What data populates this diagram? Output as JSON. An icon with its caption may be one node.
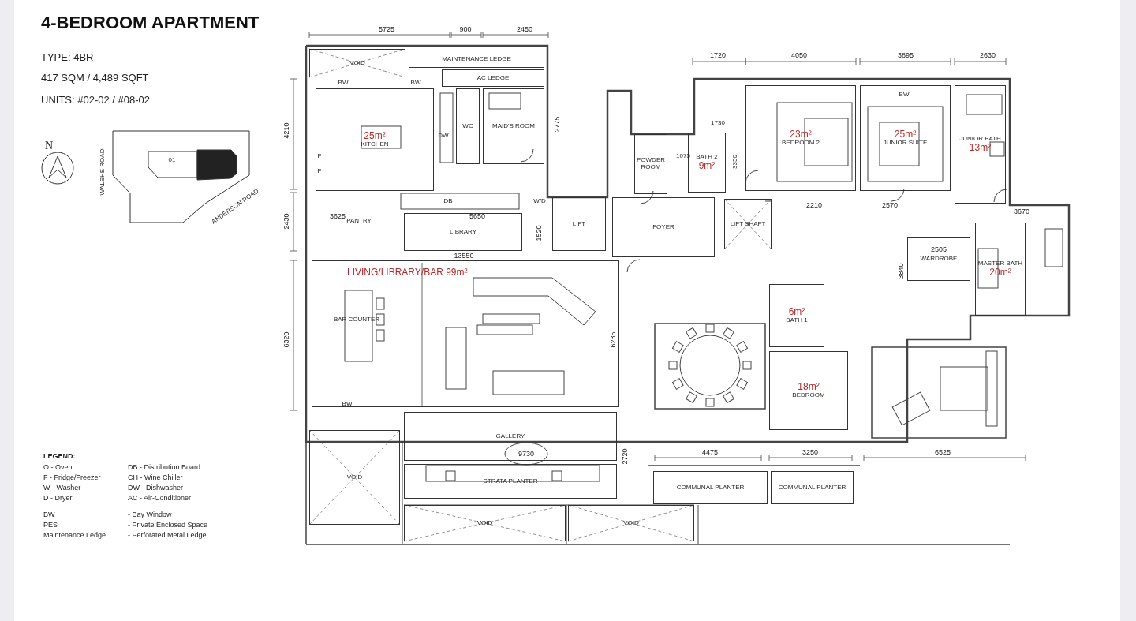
{
  "diagram": {
    "title": "4-BEDROOM APARTMENT",
    "nodes": [
      {
        "text": [
          "VOID"
        ]
      },
      {
        "text": [
          "MAINTENANCE LEDGE"
        ]
      },
      {
        "text": [
          "AC LEDGE"
        ]
      },
      {
        "text": [
          "25m²",
          "KITCHEN"
        ]
      },
      {
        "text": [
          "WC"
        ]
      },
      {
        "text": [
          "MAID'S ROOM"
        ]
      },
      {
        "text": [
          "PANTRY"
        ]
      },
      {
        "text": [
          "LIBRARY"
        ]
      },
      {
        "text": [
          "LIFT"
        ]
      },
      {
        "text": [
          "POWDER ROOM"
        ]
      },
      {
        "text": [
          "BATH 2",
          "9m²"
        ]
      },
      {
        "text": [
          "23m²",
          "BEDROOM 2"
        ]
      },
      {
        "text": [
          "25m²",
          "JUNIOR SUITE"
        ]
      },
      {
        "text": [
          "JUNIOR BATH",
          "13m²"
        ]
      },
      {
        "text": [
          "FOYER"
        ]
      },
      {
        "text": [
          "LIFT SHAFT"
        ]
      },
      {
        "text": [
          "WARDROBE"
        ]
      },
      {
        "text": [
          "MASTER BATH",
          "20m²"
        ]
      },
      {
        "text": [
          "LIVING/LIBRARY/BAR 99m²"
        ]
      },
      {
        "text": [
          "6m²",
          "BATH 1"
        ]
      },
      {
        "text": [
          "18m²",
          "BEDROOM"
        ]
      },
      {
        "text": [
          "GALLERY"
        ]
      },
      {
        "text": [
          "STRATA PLANTER"
        ]
      },
      {
        "text": [
          "COMMUNAL PLANTER"
        ]
      },
      {
        "text": [
          "COMMUNAL PLANTER"
        ]
      },
      {
        "text": [
          "VOID"
        ]
      },
      {
        "text": [
          "VOID"
        ]
      },
      {
        "text": [
          "VOID"
        ]
      }
    ],
    "labels": [
      "TYPE: 4BR",
      "417 SQM / 4,489 SQFT",
      "UNITS: #02-02 / #08-02",
      "N",
      "WALSHE ROAD",
      "01",
      "ANDERSON ROAD",
      "5725",
      "900",
      "2450",
      "1720",
      "4050",
      "3895",
      "2630",
      "4210",
      "2775",
      "1730",
      "3350",
      "1075",
      "2430",
      "3625",
      "5650",
      "1520",
      "13550",
      "2210",
      "2570",
      "3670",
      "2505",
      "3840",
      "6320",
      "6235",
      "9730",
      "2720",
      "4475",
      "3250",
      "6525",
      "BW",
      "BW",
      "BW",
      "F",
      "F",
      "DW",
      "DB",
      "W/D",
      "BW",
      "BAR COUNTER",
      "LEGEND:",
      "O - Oven",
      "F - Fridge/Freezer",
      "W - Washer",
      "D - Dryer",
      "DB - Distribution Board",
      "CH - Wine Chiller",
      "DW - Dishwasher",
      "AC - Air-Conditioner",
      "BW",
      "- Bay Window",
      "PES",
      "- Private Enclosed Space",
      "Maintenance Ledge",
      "- Perforated Metal Ledge"
    ]
  }
}
